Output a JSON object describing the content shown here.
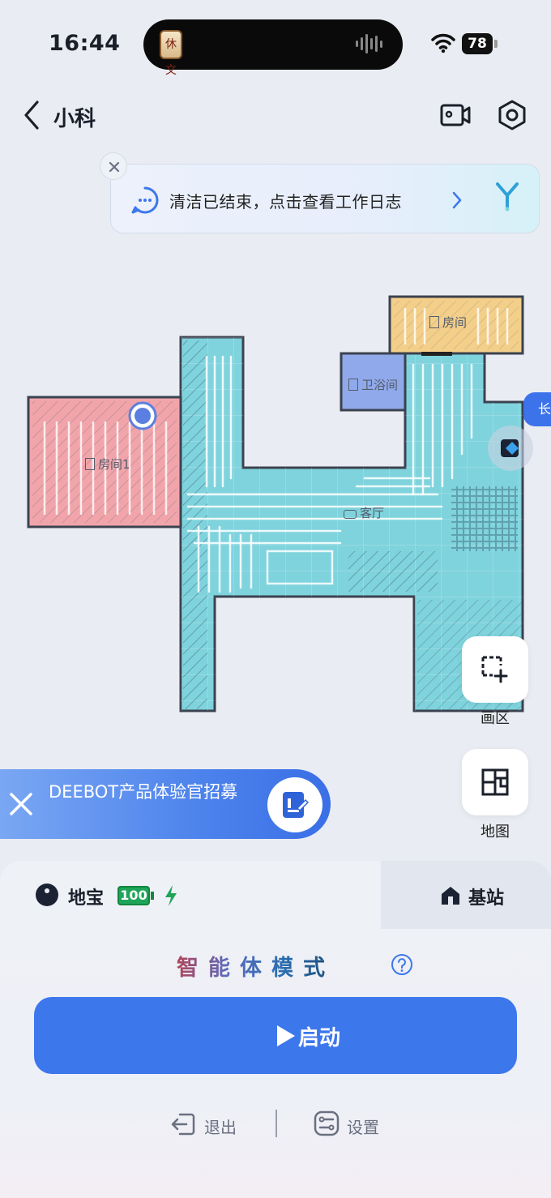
{
  "status_bar": {
    "time": "16:44",
    "battery_level": "78",
    "island_app_glyph": "休文"
  },
  "header": {
    "title": "小科"
  },
  "notification": {
    "text": "清洁已结束，点击查看工作日志"
  },
  "map": {
    "rooms": [
      {
        "name": "房间",
        "color": "#f3cf8a"
      },
      {
        "name": "卫浴间",
        "color": "#8fa9ea"
      },
      {
        "name": "房间1",
        "color": "#f1a5ab"
      },
      {
        "name": "客厅",
        "color": "#7fd3dd"
      }
    ],
    "side_tab_label": "长"
  },
  "tools": {
    "draw_area_label": "画区",
    "map_label": "地图"
  },
  "promo": {
    "text": "DEEBOT产品体验官招募"
  },
  "panel": {
    "device_name": "地宝",
    "device_battery": "100",
    "station_label": "基站",
    "mode_title": "智能体模式",
    "start_label": "启动",
    "exit_label": "退出",
    "settings_label": "设置"
  },
  "colors": {
    "accent": "#3d77ec",
    "battery_green": "#1fa55a"
  }
}
